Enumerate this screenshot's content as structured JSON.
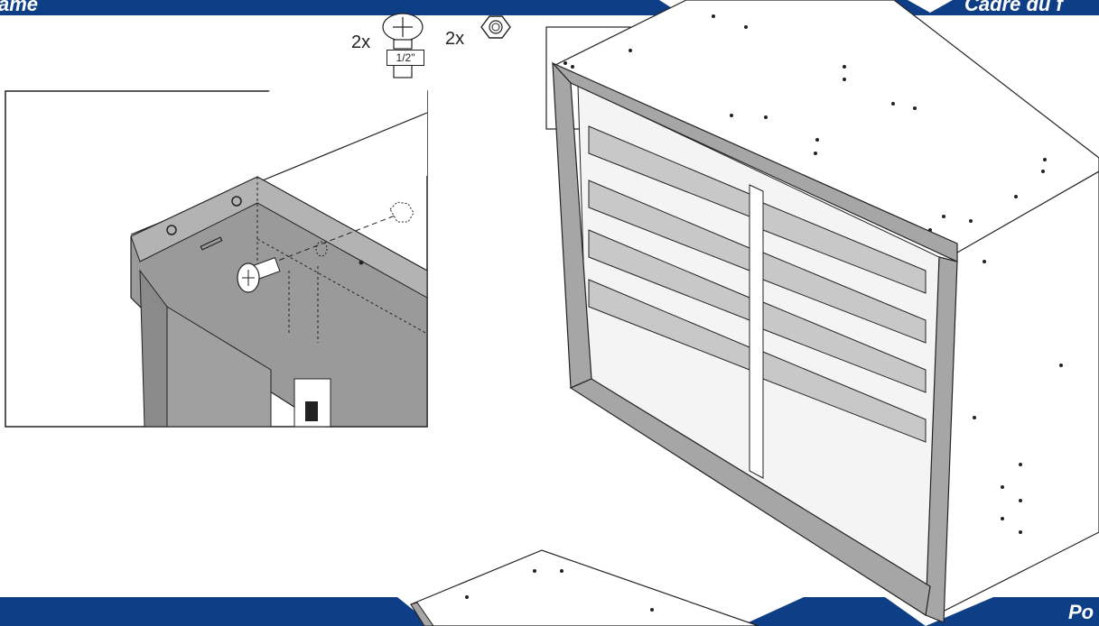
{
  "header": {
    "left_title": "ame",
    "right_title": "Cadre du f",
    "accent_color": "#0e3e85"
  },
  "footer": {
    "right_title": "Po"
  },
  "hardware": [
    {
      "quantity": "2x",
      "icon": "pan-head-screw-icon",
      "size": "1/2\""
    },
    {
      "quantity": "2x",
      "icon": "hex-nut-icon"
    }
  ]
}
